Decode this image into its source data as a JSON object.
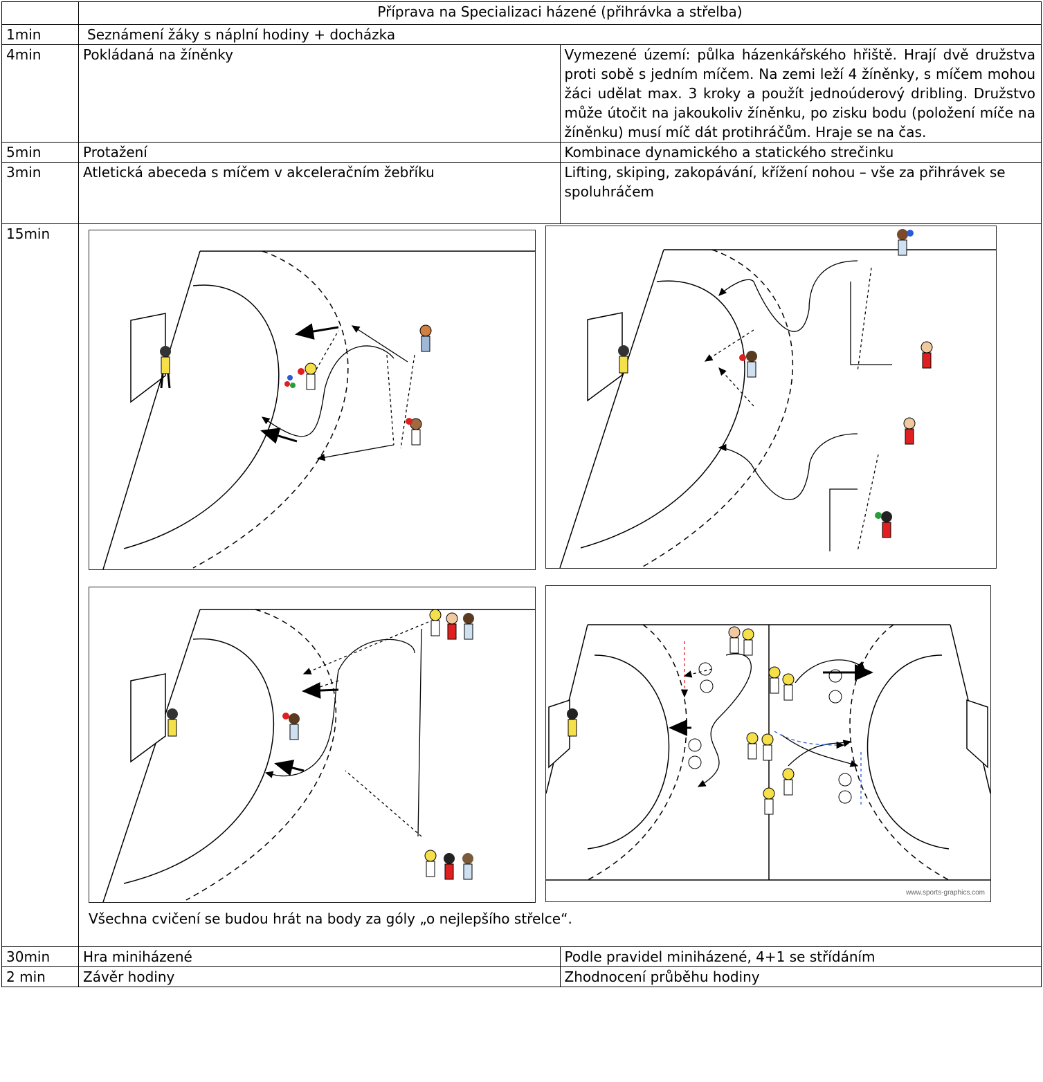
{
  "title": "Příprava na Specializaci házené (přihrávka a střelba)",
  "rows": [
    {
      "time": "1min",
      "activity": "Seznámení žáky s náplní hodiny + docházka"
    },
    {
      "time": "4min",
      "activity": "Pokládaná na žíněnky",
      "description": "Vymezené území: půlka házenkářského hřiště. Hrají dvě družstva proti sobě s jedním míčem. Na zemi leží 4 žíněnky, s míčem mohou žáci udělat max. 3 kroky a použít jednoúderový dribling. Družstvo může útočit na jakoukoliv žíněnku, po zisku bodu (položení míče na žíněnku) musí míč dát protihráčům. Hraje se na čas."
    },
    {
      "time": "5min",
      "activity": "Protažení",
      "description": "Kombinace dynamického a statického strečinku"
    },
    {
      "time": "3min",
      "activity": "Atletická abeceda s míčem v akceleračním žebříku",
      "description": "Lifting, skiping, zakopávání, křížení nohou – vše za přihrávek se spoluhráčem"
    },
    {
      "time": "15min",
      "note": "Všechna cvičení se budou hrát na body za góly „o nejlepšího střelce“."
    },
    {
      "time": "30min",
      "activity": "Hra miniházené",
      "description": "Podle pravidel miniházené, 4+1 se střídáním"
    },
    {
      "time": "2 min",
      "activity": "Závěr hodiny",
      "description": "Zhodnocení průběhu hodiny"
    }
  ],
  "diagram_watermark": "www.sports-graphics.com",
  "colors": {
    "red": "#e02020",
    "blue": "#2a5bd7",
    "yellow": "#f5e04a",
    "skin": "#f1c9a0",
    "dark_skin": "#7a4a2a"
  }
}
